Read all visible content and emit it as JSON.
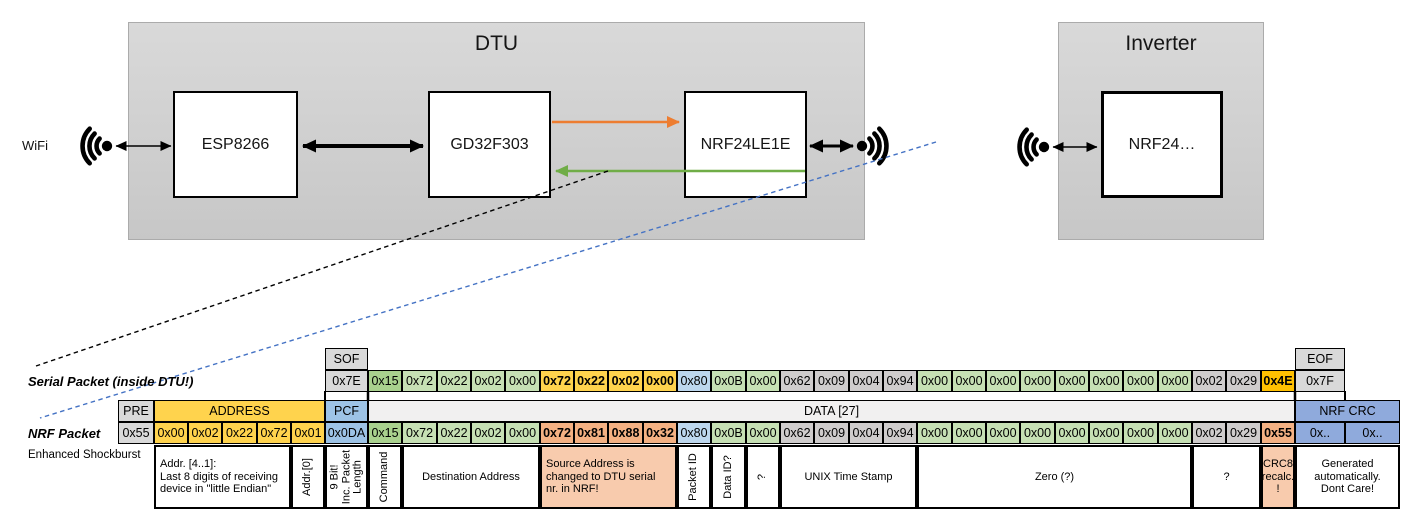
{
  "palette": {
    "g1": "#c6e0b4",
    "g2": "#a9d18e",
    "gold": "#ffd34d",
    "amber": "#ffc000",
    "blue": "#bdd7ee",
    "pcf_blue": "#9dc3e6",
    "crc_blue": "#8faadc",
    "gray": "#cfcccc",
    "hdr_gray": "#d9d9d9",
    "data_hdr": "#f1f0f0",
    "salmon": "#f4b183",
    "salmon_light": "#f8cbad",
    "orange_arrow": "#ed7d31",
    "green_arrow": "#70ad47",
    "blue_dash": "#4472c4"
  },
  "diagram": {
    "wifi_label": "WiFi",
    "dtu": {
      "title": "DTU",
      "chips": [
        "ESP8266",
        "GD32F303",
        "NRF24LE1E"
      ]
    },
    "inverter": {
      "title": "Inverter",
      "chip": "NRF24…"
    }
  },
  "serial_packet": {
    "label": "Serial Packet (inside DTU!)",
    "sof": {
      "header": "SOF",
      "value": "0x7E"
    },
    "eof": {
      "header": "EOF",
      "value": "0x7F"
    },
    "data": [
      {
        "v": "0x15",
        "c": "g2"
      },
      {
        "v": "0x72",
        "c": "g1"
      },
      {
        "v": "0x22",
        "c": "g1"
      },
      {
        "v": "0x02",
        "c": "g1"
      },
      {
        "v": "0x00",
        "c": "g1"
      },
      {
        "v": "0x72",
        "c": "gold",
        "b": 1
      },
      {
        "v": "0x22",
        "c": "gold",
        "b": 1
      },
      {
        "v": "0x02",
        "c": "gold",
        "b": 1
      },
      {
        "v": "0x00",
        "c": "gold",
        "b": 1
      },
      {
        "v": "0x80",
        "c": "blue"
      },
      {
        "v": "0x0B",
        "c": "g1"
      },
      {
        "v": "0x00",
        "c": "g1"
      },
      {
        "v": "0x62",
        "c": "gray"
      },
      {
        "v": "0x09",
        "c": "gray"
      },
      {
        "v": "0x04",
        "c": "gray"
      },
      {
        "v": "0x94",
        "c": "gray"
      },
      {
        "v": "0x00",
        "c": "g1"
      },
      {
        "v": "0x00",
        "c": "g1"
      },
      {
        "v": "0x00",
        "c": "g1"
      },
      {
        "v": "0x00",
        "c": "g1"
      },
      {
        "v": "0x00",
        "c": "g1"
      },
      {
        "v": "0x00",
        "c": "g1"
      },
      {
        "v": "0x00",
        "c": "g1"
      },
      {
        "v": "0x00",
        "c": "g1"
      },
      {
        "v": "0x02",
        "c": "gray"
      },
      {
        "v": "0x29",
        "c": "gray"
      },
      {
        "v": "0x4E",
        "c": "amber",
        "b": 1
      }
    ]
  },
  "nrf_packet": {
    "label": "NRF Packet",
    "sublabel": "Enhanced Shockburst",
    "pre": {
      "header": "PRE",
      "value": "0x55"
    },
    "address": {
      "header": "ADDRESS",
      "values": [
        "0x00",
        "0x02",
        "0x22",
        "0x72",
        "0x01"
      ]
    },
    "pcf": {
      "header": "PCF",
      "value": "0x0DA"
    },
    "data_header": "DATA [27]",
    "data": [
      {
        "v": "0x15",
        "c": "g2"
      },
      {
        "v": "0x72",
        "c": "g1"
      },
      {
        "v": "0x22",
        "c": "g1"
      },
      {
        "v": "0x02",
        "c": "g1"
      },
      {
        "v": "0x00",
        "c": "g1"
      },
      {
        "v": "0x72",
        "c": "salmon",
        "b": 1
      },
      {
        "v": "0x81",
        "c": "salmon",
        "b": 1
      },
      {
        "v": "0x88",
        "c": "salmon",
        "b": 1
      },
      {
        "v": "0x32",
        "c": "salmon",
        "b": 1
      },
      {
        "v": "0x80",
        "c": "blue"
      },
      {
        "v": "0x0B",
        "c": "g1"
      },
      {
        "v": "0x00",
        "c": "g1"
      },
      {
        "v": "0x62",
        "c": "gray"
      },
      {
        "v": "0x09",
        "c": "gray"
      },
      {
        "v": "0x04",
        "c": "gray"
      },
      {
        "v": "0x94",
        "c": "gray"
      },
      {
        "v": "0x00",
        "c": "g1"
      },
      {
        "v": "0x00",
        "c": "g1"
      },
      {
        "v": "0x00",
        "c": "g1"
      },
      {
        "v": "0x00",
        "c": "g1"
      },
      {
        "v": "0x00",
        "c": "g1"
      },
      {
        "v": "0x00",
        "c": "g1"
      },
      {
        "v": "0x00",
        "c": "g1"
      },
      {
        "v": "0x00",
        "c": "g1"
      },
      {
        "v": "0x02",
        "c": "gray"
      },
      {
        "v": "0x29",
        "c": "gray"
      },
      {
        "v": "0x55",
        "c": "salmon",
        "b": 1
      }
    ],
    "crc": {
      "header": "NRF CRC",
      "values": [
        "0x..",
        "0x.."
      ]
    }
  },
  "annotations": [
    {
      "text": "Addr. [4..1]:\nLast 8 digits of receiving\ndevice in \"little Endian\"",
      "col": 1,
      "span": 4,
      "align": "left"
    },
    {
      "text": "Addr.[0]",
      "col": 5,
      "span": 1,
      "vertical": true
    },
    {
      "text": "9 Bit!\nInc. Packet\nLength",
      "col": 6,
      "span": 1,
      "vertical": true
    },
    {
      "text": "Command",
      "col": 7,
      "span": 1,
      "vertical": true
    },
    {
      "text": "Destination Address",
      "col": 8,
      "span": 4
    },
    {
      "text": "Source Address is\nchanged to DTU serial\nnr. in NRF!",
      "col": 12,
      "span": 4,
      "bg": "salmon_light",
      "align": "left"
    },
    {
      "text": "Packet ID",
      "col": 16,
      "span": 1,
      "vertical": true
    },
    {
      "text": "Data ID?",
      "col": 17,
      "span": 1,
      "vertical": true
    },
    {
      "text": "?",
      "col": 18,
      "span": 1,
      "vertical": true
    },
    {
      "text": "UNIX Time Stamp",
      "col": 19,
      "span": 4
    },
    {
      "text": "Zero (?)",
      "col": 23,
      "span": 8
    },
    {
      "text": "?",
      "col": 31,
      "span": 2
    },
    {
      "text": "CRC8\nrecalc.\n!",
      "col": 33,
      "span": 1,
      "bg": "salmon_light"
    },
    {
      "text": "Generated\nautomatically.\nDont Care!",
      "col": 34,
      "span": 2
    }
  ]
}
